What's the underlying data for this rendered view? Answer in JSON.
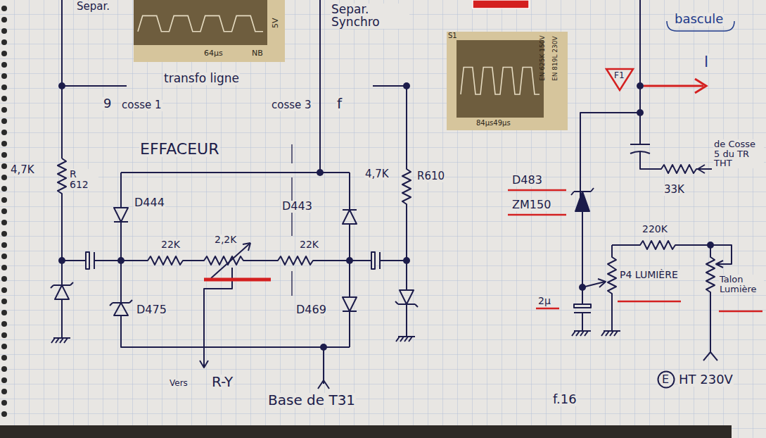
{
  "diagram": {
    "nodes": [
      {
        "text": [
          "5V",
          "64µs",
          "NB"
        ]
      },
      {
        "text": [
          "S1",
          "84µs49µs",
          "EN 625K 150V",
          "EN 819L 230V"
        ]
      },
      {
        "text": [
          "F1"
        ]
      },
      {
        "text": [
          "E"
        ]
      }
    ],
    "labels": [
      "Separ.",
      "transfo ligne",
      "9",
      "cosse 1",
      "Separ. Synchro",
      "cosse 3",
      "f",
      "EFFACEUR",
      "4,7K",
      "R 612",
      "D444",
      "D443",
      "4,7K",
      "R610",
      "22K",
      "2,2K",
      "22K",
      "D475",
      "D469",
      "Vers",
      "R-Y",
      "Base de T31",
      "bascule",
      "l",
      "D483",
      "ZM150",
      "33K",
      "de Cosse 5 du TR THT",
      "220K",
      "P4 LUMIÈRE",
      "Talon Lumière",
      "2µ",
      "HT 230V",
      "f.16"
    ]
  }
}
